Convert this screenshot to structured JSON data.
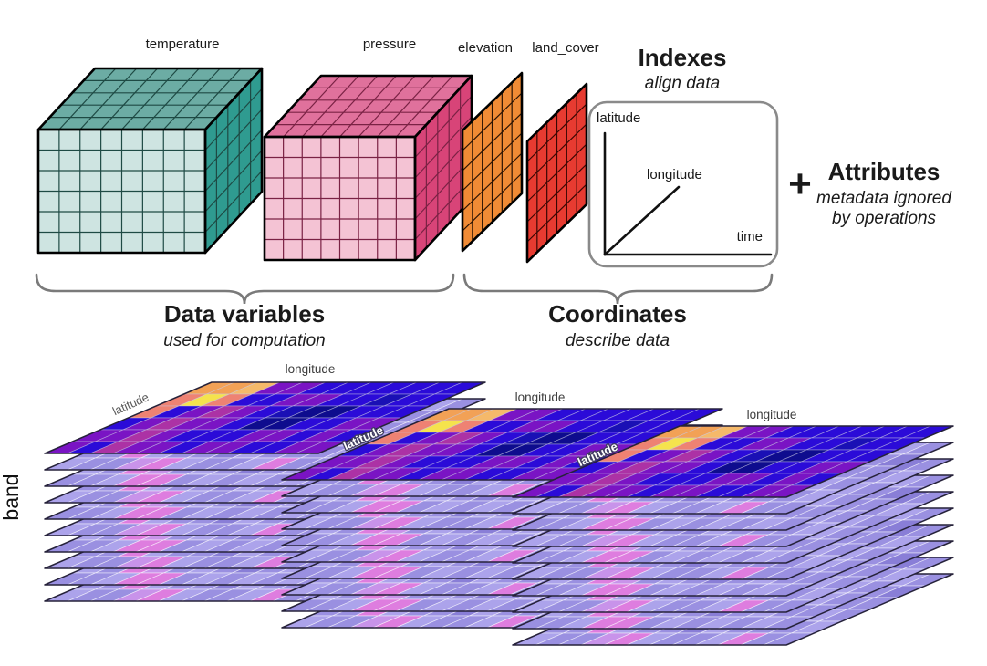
{
  "diagram": {
    "data_variables": {
      "title": "Data variables",
      "subtitle": "used for computation",
      "items": [
        "temperature",
        "pressure"
      ]
    },
    "coordinates": {
      "title": "Coordinates",
      "subtitle": "describe data",
      "items": [
        "elevation",
        "land_cover"
      ]
    },
    "indexes": {
      "title": "Indexes",
      "subtitle": "align data",
      "axis_labels": [
        "latitude",
        "longitude",
        "time"
      ]
    },
    "attributes": {
      "plus_sign": "+",
      "title": "Attributes",
      "subtitle_lines": [
        "metadata ignored",
        "by operations"
      ]
    },
    "raster_stacks": {
      "band_axis_label": "band",
      "layers_per_stack": 10,
      "grid_cols": 12,
      "grid_rows": 6,
      "stacks": [
        {
          "longitude_label": "longitude",
          "latitude_label": "latitude"
        },
        {
          "longitude_label": "longitude",
          "latitude_label": "latitude"
        },
        {
          "longitude_label": "longitude",
          "latitude_label": "latitude"
        }
      ],
      "palette": {
        "B": "#2B0BD8",
        "D": "#1A10B5",
        "N": "#0E0C8E",
        "V": "#7A14C4",
        "M": "#AC32A5",
        "S": "#EE8273",
        "O": "#F2A156",
        "L": "#F5B96A",
        "Y": "#F5E34D",
        "a": "#9A90E1",
        "b": "#ACA3EB",
        "c": "#897ED7",
        "p": "#DE7DDF",
        "q": "#C893EA"
      },
      "top_layer_pattern": [
        "OOLVVBBBBBBB",
        "SYSBBVVBBDBB",
        "SBVMVBDNNBBB",
        "BVMVVBNNBBVV",
        "VVMVBBBVVBVB",
        "VBMVVBVVBBVV"
      ],
      "faded_layer_patterns": [
        [
          "abaabaacaaba",
          "baapbaaabaac",
          "aabqpabaabaa",
          "cbaaabaapaba",
          "aapbaacbaaab",
          "baaqpbaabpaa"
        ],
        [
          "aabacabaabca",
          "abqabbaacaab",
          "baapqaabbaba",
          "aacabpbaaaba",
          "bapqabacabaa",
          "aabppabababa"
        ]
      ]
    },
    "colors": {
      "temperature_cube": {
        "top": "#6CACA4",
        "front": "#CEE4E1",
        "side": "#2F9B90",
        "line": "#1E4A44"
      },
      "pressure_cube": {
        "top": "#E0719C",
        "front": "#F4C3D4",
        "side": "#D84478",
        "line": "#7A2244"
      },
      "elevation_plane": {
        "fill": "#F08B35",
        "line": "#2a1202"
      },
      "land_cover_plane": {
        "fill": "#E73B31",
        "line": "#3a0703"
      },
      "outline": "#000000",
      "brace": "#7a7a7a",
      "index_box_border": "#8a8a8a",
      "axis_line": "#111111",
      "layer_outline": "#26223a"
    }
  }
}
